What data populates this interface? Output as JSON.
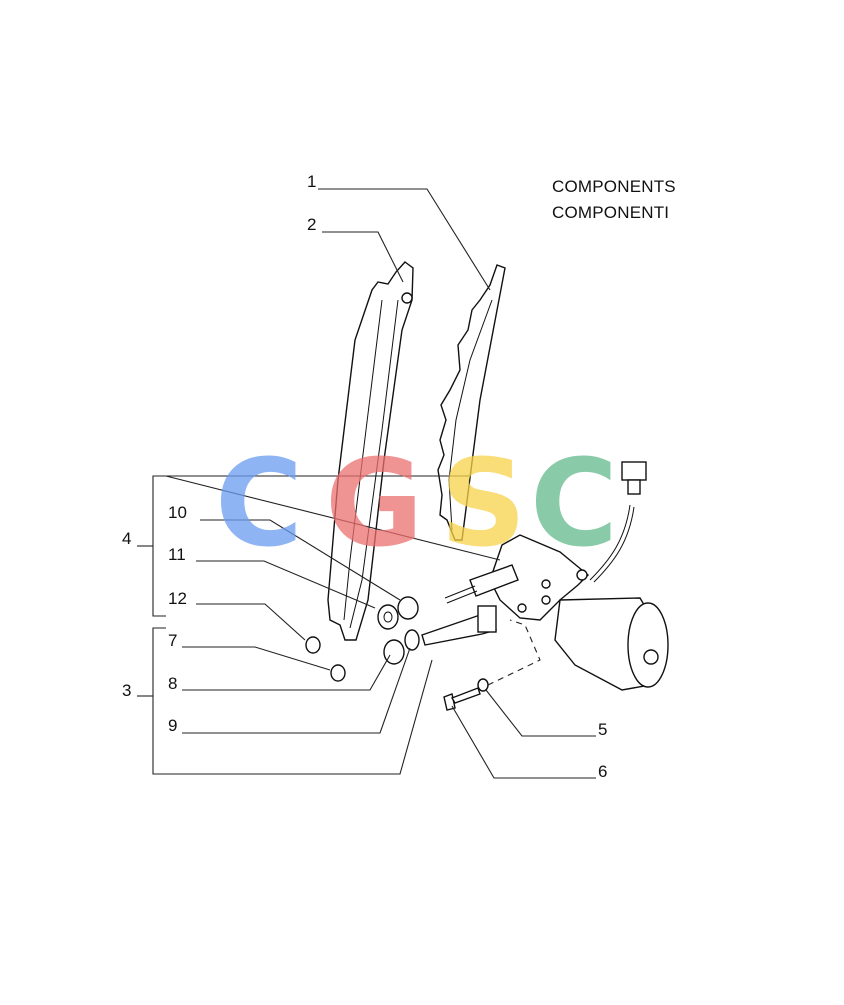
{
  "title": {
    "line1": "COMPONENTS",
    "line2": "COMPONENTI"
  },
  "callouts": [
    "1",
    "2",
    "3",
    "4",
    "5",
    "6",
    "7",
    "8",
    "9",
    "10",
    "11",
    "12"
  ],
  "watermark": {
    "letters": [
      "C",
      "G",
      "S",
      "C"
    ],
    "colors": [
      "#6a9cf0",
      "#ec6f6f",
      "#f8d24a",
      "#62b98c"
    ]
  }
}
